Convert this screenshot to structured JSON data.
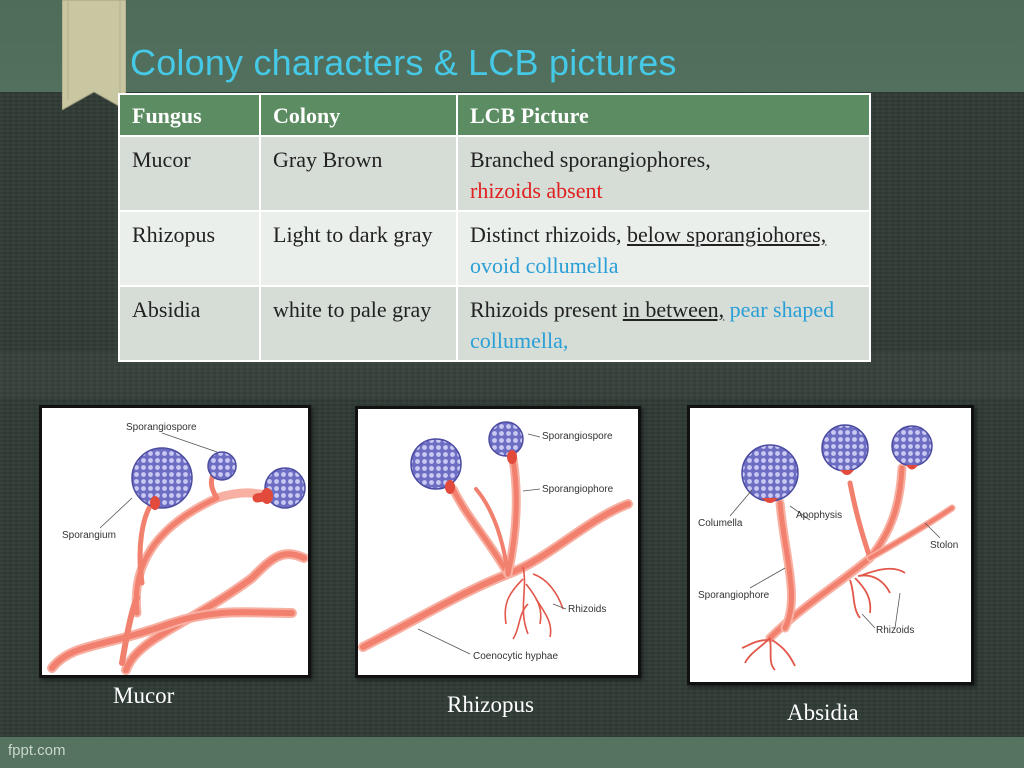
{
  "title": "Colony characters & LCB pictures",
  "table": {
    "headers": [
      "Fungus",
      "Colony",
      "LCB Picture"
    ],
    "rows": [
      {
        "fungus": "Mucor",
        "colony": "Gray Brown",
        "lcb_1": "Branched sporangiophores,",
        "lcb_2": "rhizoids absent"
      },
      {
        "fungus": "Rhizopus",
        "colony": "Light to dark gray",
        "lcb_1": "Distinct rhizoids, ",
        "lcb_2": "below sporangiohores,",
        "lcb_3": " ovoid collumella"
      },
      {
        "fungus": "Absidia",
        "colony": "white to  pale gray",
        "lcb_1": "Rhizoids present ",
        "lcb_2": "in between,",
        "lcb_3": " pear shaped collumella,"
      }
    ]
  },
  "diagrams": {
    "mucor": {
      "caption": "Mucor",
      "labels": {
        "sporangiospore": "Sporangiospore",
        "sporangium": "Sporangium"
      }
    },
    "rhizopus": {
      "caption": "Rhizopus",
      "labels": {
        "sporangiospore": "Sporangiospore",
        "sporangiophore": "Sporangiophore",
        "rhizoids": "Rhizoids",
        "hyphae": "Coenocytic hyphae"
      }
    },
    "absidia": {
      "caption": "Absidia",
      "labels": {
        "columella": "Columella",
        "apophysis": "Apophysis",
        "stolon": "Stolon",
        "sporangiophore": "Sporangiophore",
        "rhizoids": "Rhizoids"
      }
    }
  },
  "footer": "fppt.com",
  "colors": {
    "title": "#45c9e6",
    "header_bg": "#5b8c62",
    "red_text": "#e02020",
    "blue_text": "#2a9fd6",
    "hyphae": "#f07a6a",
    "sporangium": "#8f8fd8"
  }
}
